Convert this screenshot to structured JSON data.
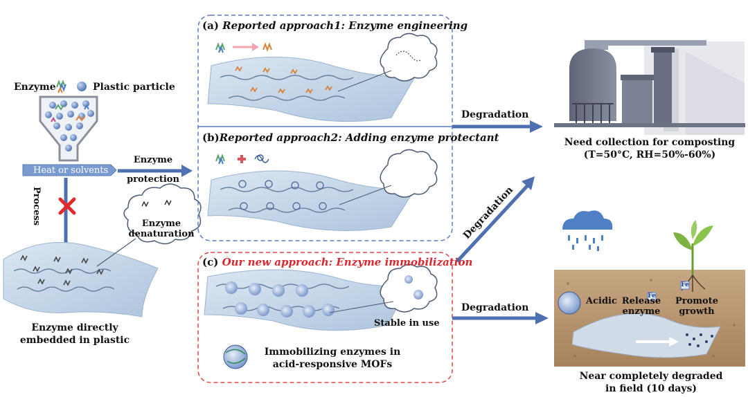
{
  "left": {
    "enzyme": "Enzyme",
    "plastic_particle": "Plastic particle",
    "heat_bar": "Heat or solvents",
    "process": "Process",
    "enzyme_denaturation_1": "Enzyme",
    "enzyme_denaturation_2": "denaturation",
    "embedded_1": "Enzyme directly",
    "embedded_2": "embedded in plastic",
    "protection_1": "Enzyme",
    "protection_2": "protection"
  },
  "panels": {
    "a": {
      "prefix": "(a) ",
      "title": "Reported approach1: Enzyme engineering"
    },
    "b": {
      "prefix": "(b)",
      "title": "Reported approach2: Adding enzyme protectant"
    },
    "c": {
      "prefix": "(c) ",
      "title": "Our new approach: Enzyme immobilization",
      "stable": "Stable in use",
      "caption_1": "Immobilizing enzymes in",
      "caption_2": "acid-responsive MOFs"
    }
  },
  "arrows": {
    "deg_top": "Degradation",
    "deg_diag": "Degradation",
    "deg_bottom": "Degradation"
  },
  "right": {
    "factory_1": "Need collection for composting",
    "factory_2": "(T=50°C, RH=50%-60%)",
    "acidic": "Acidic",
    "release_1": "Release",
    "release_2": "enzyme",
    "promote_1": "Promote",
    "promote_2": "growth",
    "fe_1": "Fe",
    "fe_2": "Fe",
    "field_1": "Near completely degraded",
    "field_2": "in field (10 days)"
  },
  "colors": {
    "arrow": "#4e6fb0",
    "panel_border_blue": "#5b7bc0",
    "panel_border_red": "#e0474c",
    "red_title": "#d6282e",
    "film": "#c7d8ea",
    "soil": "#b69571"
  }
}
